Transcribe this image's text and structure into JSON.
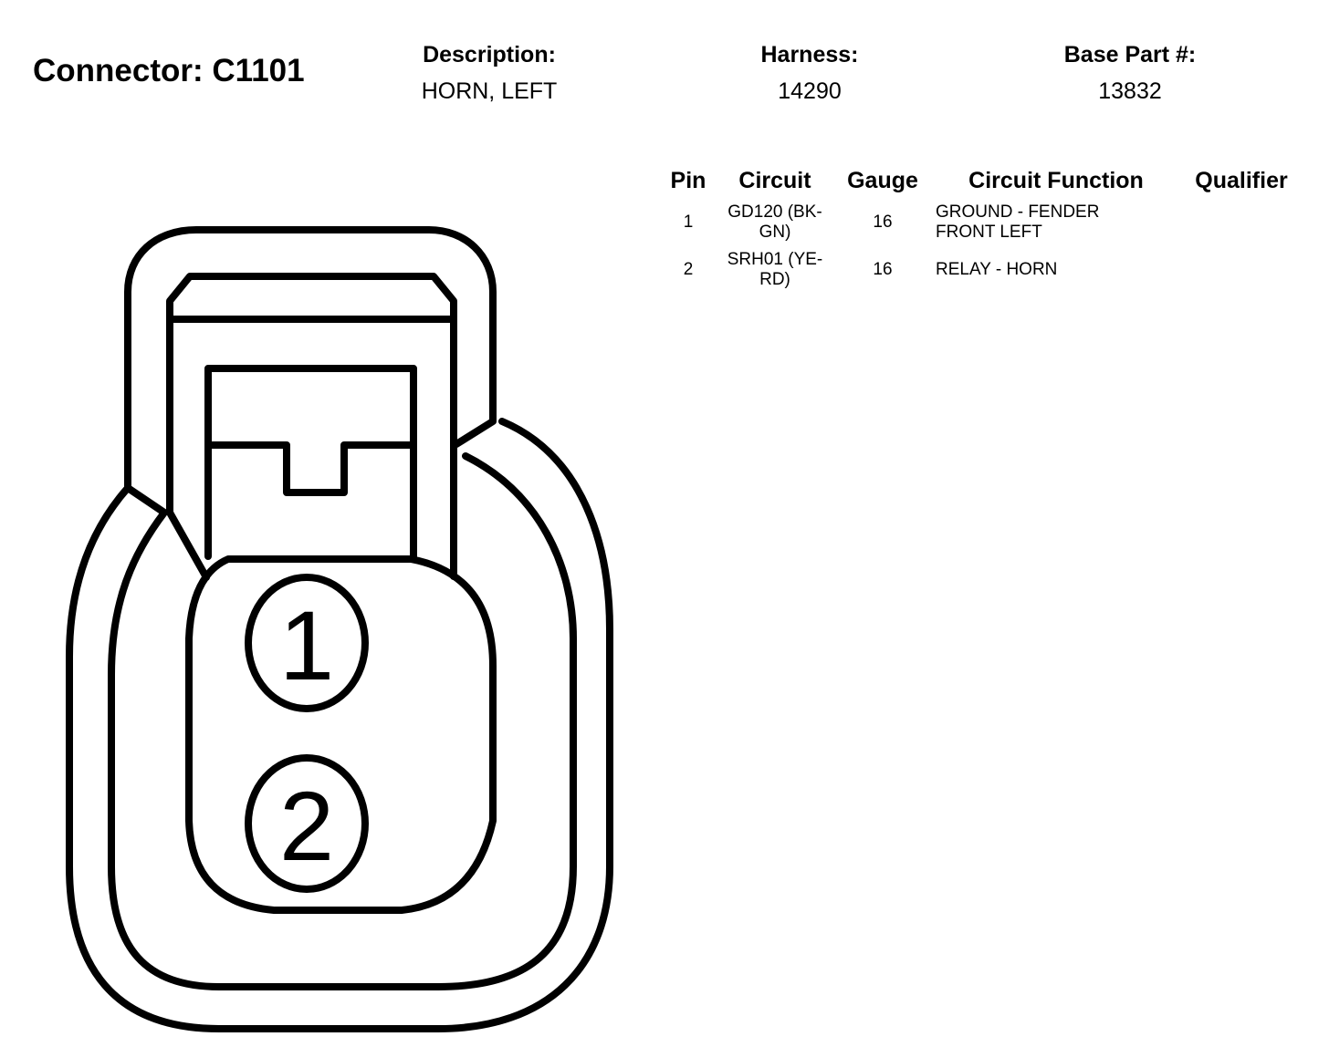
{
  "header": {
    "connector_title": "Connector: C1101",
    "description_label": "Description:",
    "description_value": "HORN, LEFT",
    "harness_label": "Harness:",
    "harness_value": "14290",
    "base_part_label": "Base Part #:",
    "base_part_value": "13832"
  },
  "table": {
    "columns": [
      "Pin",
      "Circuit",
      "Gauge",
      "Circuit Function",
      "Qualifier"
    ],
    "rows": [
      {
        "pin": "1",
        "circuit_line1": "GD120 (BK-",
        "circuit_line2": "GN)",
        "gauge": "16",
        "function_line1": "GROUND - FENDER",
        "function_line2": "FRONT LEFT",
        "qualifier": ""
      },
      {
        "pin": "2",
        "circuit_line1": "SRH01 (YE-",
        "circuit_line2": "RD)",
        "gauge": "16",
        "function_line1": "RELAY - HORN",
        "function_line2": "",
        "qualifier": ""
      }
    ]
  },
  "diagram": {
    "pin_labels": [
      "1",
      "2"
    ]
  }
}
